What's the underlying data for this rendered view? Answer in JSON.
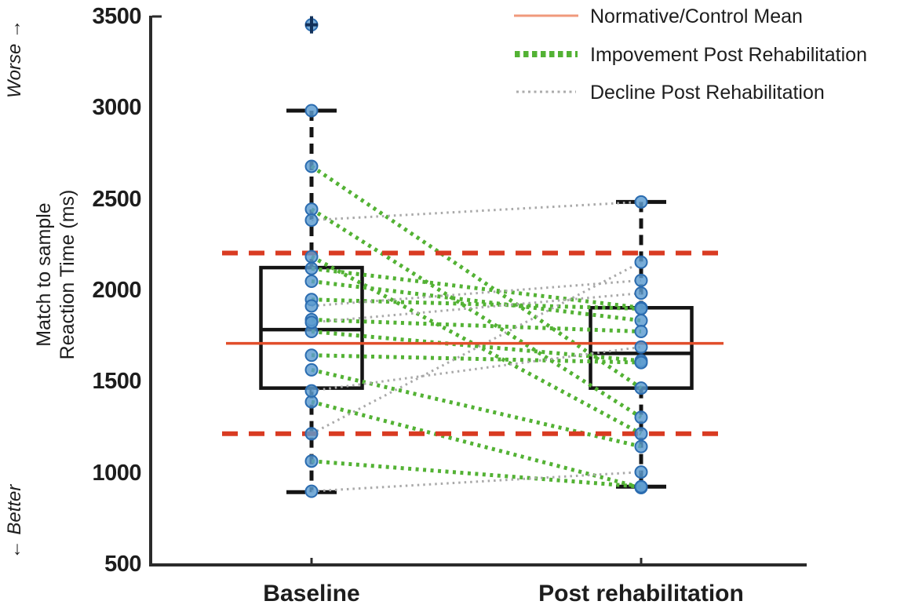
{
  "figure": {
    "x_axis_categories": [
      "Baseline",
      "Post rehabilitation"
    ],
    "y_axis_title_line1": "Match to sample",
    "y_axis_title_line2": "Reaction Time (ms)",
    "worse_label": "Worse →",
    "better_label": "← Better"
  },
  "chart_data": {
    "type": "scatter",
    "subtype": "paired boxplot + individual subject lines",
    "title": "",
    "xlabel": "",
    "ylabel": "Match to sample Reaction Time (ms)",
    "ylim": [
      500,
      3500
    ],
    "yticks": [
      "3500",
      "3000",
      "2500",
      "2000",
      "1500",
      "1000",
      "500"
    ],
    "ytick_values": [
      3500,
      3000,
      2500,
      2000,
      1500,
      1000,
      500
    ],
    "categories": [
      "Baseline",
      "Post rehabilitation"
    ],
    "direction_labels": {
      "top": "Worse →",
      "bottom": "← Better"
    },
    "grid": false,
    "legend_position": "top-right",
    "legend": [
      {
        "label": "Normative/Control Mean",
        "style": "solid",
        "color": "#F0997C"
      },
      {
        "label": "Impovement Post Rehabilitation",
        "style": "dotted-thick",
        "color": "#53B234"
      },
      {
        "label": "Decline Post Rehabilitation",
        "style": "dotted-thin",
        "color": "#ABABAB"
      }
    ],
    "reference_lines": {
      "normative_control_mean": 1705,
      "upper_dashed_bound": 2200,
      "lower_dashed_bound": 1210
    },
    "boxplots": [
      {
        "category": "Baseline",
        "q1": 1460,
        "median": 1780,
        "q3": 2120,
        "whisker_low": 890,
        "whisker_high": 2980,
        "outliers": [
          3450
        ]
      },
      {
        "category": "Post rehabilitation",
        "q1": 1460,
        "median": 1650,
        "q3": 1900,
        "whisker_low": 920,
        "whisker_high": 2480,
        "outliers": []
      }
    ],
    "pairs": {
      "improvement": [
        [
          2675,
          1460
        ],
        [
          2440,
          1300
        ],
        [
          2180,
          1210
        ],
        [
          2115,
          1900
        ],
        [
          2045,
          1830
        ],
        [
          1945,
          1895
        ],
        [
          1835,
          1770
        ],
        [
          1770,
          1610
        ],
        [
          1640,
          1600
        ],
        [
          1560,
          1140
        ],
        [
          1385,
          915
        ],
        [
          1060,
          920
        ]
      ],
      "decline": [
        [
          2380,
          2480
        ],
        [
          1910,
          2050
        ],
        [
          1820,
          1980
        ],
        [
          1445,
          1685
        ],
        [
          1210,
          2150
        ],
        [
          895,
          1000
        ]
      ]
    },
    "unpaired_baseline_points": [
      3450,
      2980
    ],
    "colors": {
      "normative_legend": "#F0997C",
      "normative_plot": "#E14E2B",
      "dashed_bounds": "#D93B22",
      "improvement": "#53B234",
      "decline": "#A9A9A9",
      "point_fill": "#5B9BD0",
      "point_border": "#2B6CB0",
      "outlier_cross": "#12315A",
      "box": "#141414",
      "axis": "#2B2B2B"
    }
  }
}
